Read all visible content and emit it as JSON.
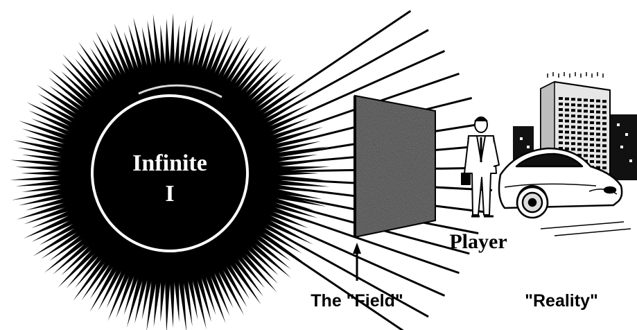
{
  "diagram": {
    "source_label_line1": "Infinite",
    "source_label_line2": "I",
    "field_label": "The \"Field\"",
    "player_label": "Player",
    "reality_label": "\"Reality\"",
    "colors": {
      "ink": "#000000",
      "paper": "#ffffff",
      "field": "#555555",
      "building": "#dcdcdc"
    },
    "icons": [
      "sunburst-icon",
      "arrow-up-icon",
      "man-icon",
      "car-icon",
      "building-icon"
    ]
  }
}
